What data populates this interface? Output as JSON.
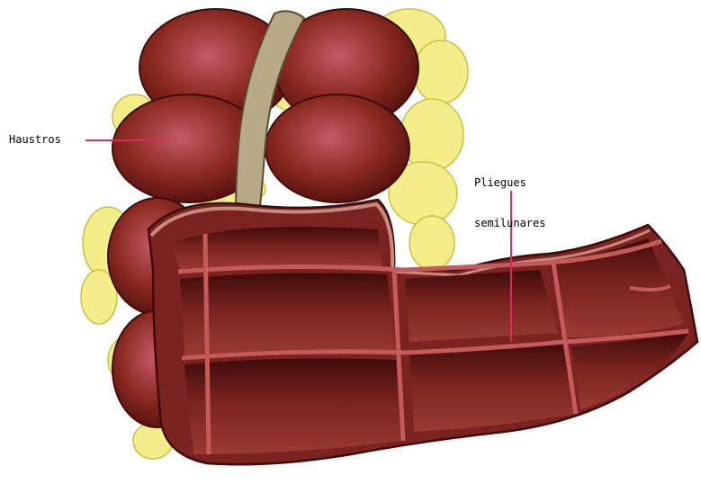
{
  "labels": {
    "haustros": "Haustros",
    "pliegues_line1": "Pliegues",
    "pliegues_line2": "semilunares"
  },
  "colors": {
    "tissue_dark": "#5e1410",
    "tissue_mid": "#8c2a22",
    "tissue_light": "#c45a5a",
    "fat": "#f3ee8a",
    "band": "#b8a988",
    "leader_line": "#d0305a"
  }
}
